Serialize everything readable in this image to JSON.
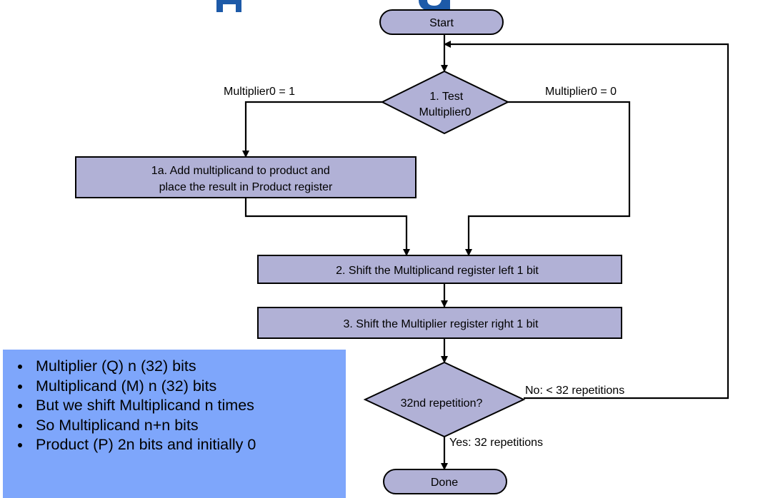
{
  "nodes": {
    "start": "Start",
    "test": [
      "1. Test",
      "Multiplier0"
    ],
    "add": [
      "1a. Add multiplicand to product and",
      "place the result in Product register"
    ],
    "shift_multiplicand": "2. Shift the Multiplicand register left 1 bit",
    "shift_multiplier": "3. Shift the Multiplier register right 1 bit",
    "repetition": "32nd repetition?",
    "done": "Done"
  },
  "edge_labels": {
    "multiplier0_is_1": "Multiplier0 = 1",
    "multiplier0_is_0": "Multiplier0 = 0",
    "no_branch": "No: < 32 repetitions",
    "yes_branch": "Yes: 32 repetitions"
  },
  "notes": [
    "Multiplier (Q) n (32) bits",
    "Multiplicand (M) n (32) bits",
    "But we shift Multiplicand n times",
    "So Multiplicand n+n bits",
    "Product (P) 2n bits and initially 0"
  ],
  "colors": {
    "node_fill": "#b1b1d6",
    "notes_background": "#7ea6fb",
    "title_fragment": "#1d5aa8"
  }
}
